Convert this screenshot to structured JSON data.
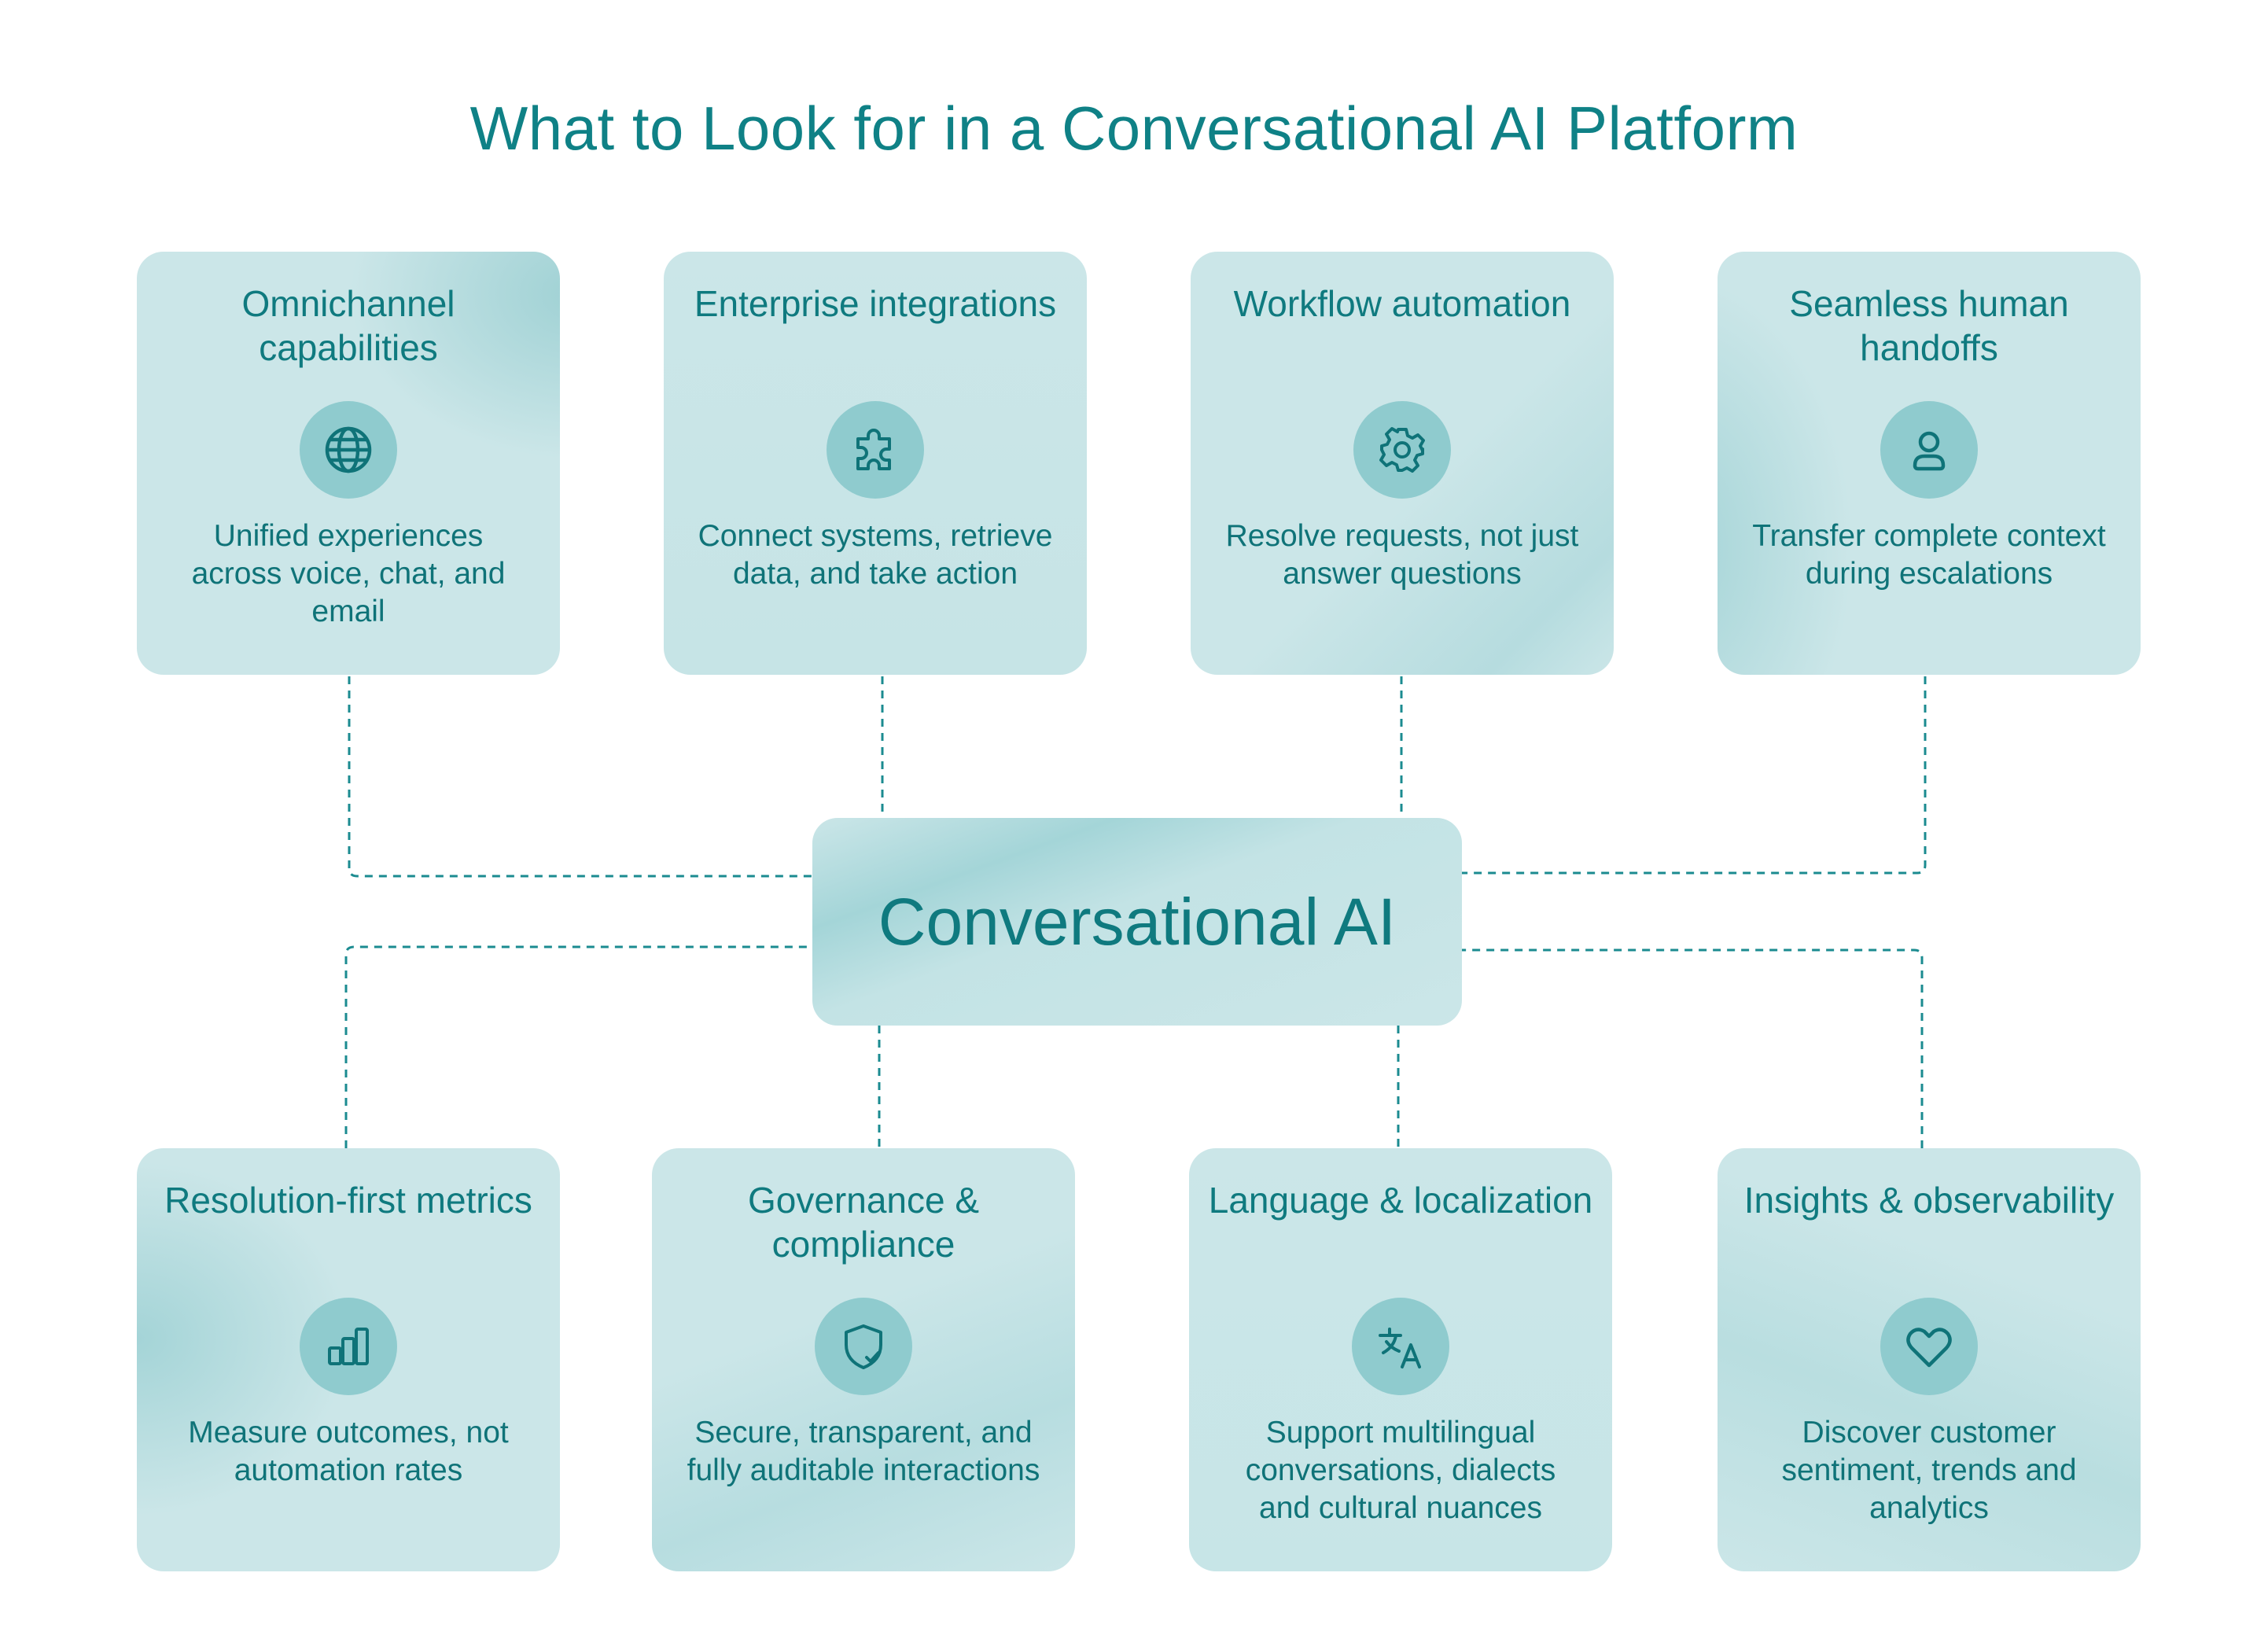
{
  "title": "What to Look for in a Conversational AI Platform",
  "hub_label": "Conversational AI",
  "cards": [
    {
      "title": "Omnichannel capabilities",
      "icon": "globe-icon",
      "description": "Unified experiences across voice, chat, and email"
    },
    {
      "title": "Enterprise integrations",
      "icon": "puzzle-icon",
      "description": "Connect systems, retrieve data, and take action"
    },
    {
      "title": "Workflow automation",
      "icon": "gear-icon",
      "description": "Resolve requests, not just answer questions"
    },
    {
      "title": "Seamless human handoffs",
      "icon": "user-icon",
      "description": "Transfer complete context during escalations"
    },
    {
      "title": "Resolution-first metrics",
      "icon": "bar-chart-icon",
      "description": "Measure outcomes, not automation rates"
    },
    {
      "title": "Governance & compliance",
      "icon": "shield-check-icon",
      "description": "Secure, transparent, and fully auditable interactions"
    },
    {
      "title": "Language & localization",
      "icon": "translate-icon",
      "description": "Support multilingual conversations, dialects and cultural nuances"
    },
    {
      "title": "Insights & observability",
      "icon": "heart-icon",
      "description": "Discover customer sentiment, trends and analytics"
    }
  ],
  "colors": {
    "accent": "#0f8186",
    "card_bg": "#cbe6e8",
    "icon_bg": "#8fcbce",
    "connector": "#1b8b90"
  }
}
